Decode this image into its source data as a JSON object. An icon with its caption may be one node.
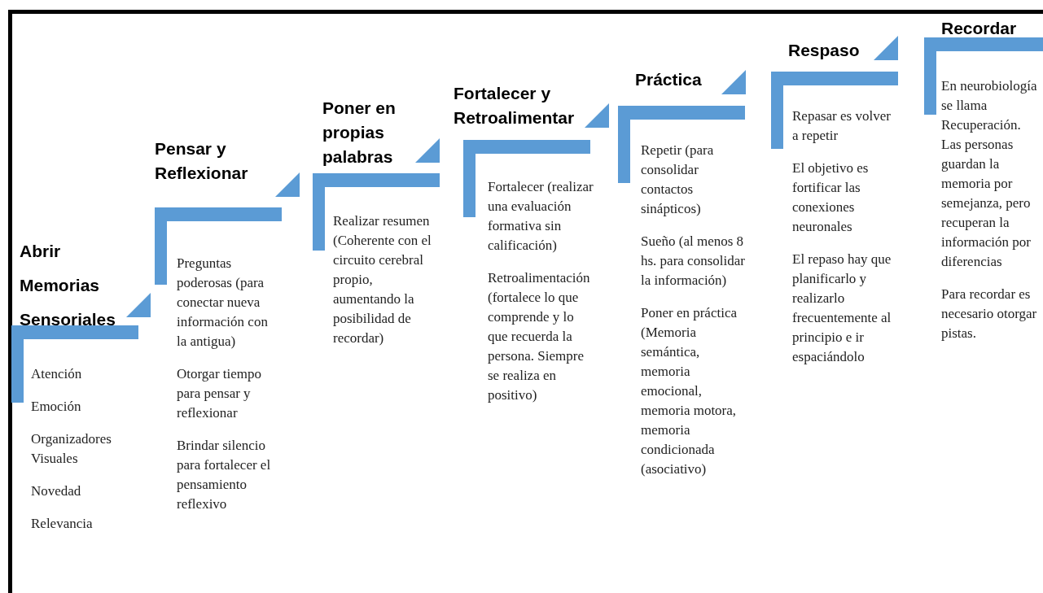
{
  "diagram": {
    "nodes": [
      {
        "text": [
          "Abrir Memorias Sensoriales"
        ]
      },
      {
        "text": [
          "Atención"
        ]
      },
      {
        "text": [
          "Emoción"
        ]
      },
      {
        "text": [
          "Organizadores Visuales"
        ]
      },
      {
        "text": [
          "Novedad"
        ]
      },
      {
        "text": [
          "Relevancia"
        ]
      },
      {
        "text": [
          "Pensar y Reflexionar"
        ]
      },
      {
        "text": [
          "Preguntas poderosas (para conectar nueva información con la antigua)"
        ]
      },
      {
        "text": [
          "Otorgar tiempo para pensar y reflexionar"
        ]
      },
      {
        "text": [
          "Brindar silencio para fortalecer el pensamiento reflexivo"
        ]
      },
      {
        "text": [
          "Poner en propias palabras"
        ]
      },
      {
        "text": [
          "Realizar resumen (Coherente con el circuito cerebral propio, aumentando la posibilidad de recordar)"
        ]
      },
      {
        "text": [
          "Fortalecer y Retroalimentar"
        ]
      },
      {
        "text": [
          "Fortalecer (realizar una evaluación formativa sin calificación)"
        ]
      },
      {
        "text": [
          "Retroalimentación (fortalece lo que comprende y lo que recuerda la persona. Siempre se realiza en positivo)"
        ]
      },
      {
        "text": [
          "Práctica"
        ]
      },
      {
        "text": [
          "Repetir (para consolidar contactos sinápticos)"
        ]
      },
      {
        "text": [
          "Sueño (al menos 8 hs. para consolidar la información)"
        ]
      },
      {
        "text": [
          "Poner en práctica (Memoria semántica, memoria emocional, memoria motora, memoria condicionada (asociativo)"
        ]
      },
      {
        "text": [
          "Respaso"
        ]
      },
      {
        "text": [
          "Repasar es volver a repetir"
        ]
      },
      {
        "text": [
          "El objetivo es fortificar las conexiones neuronales"
        ]
      },
      {
        "text": [
          "El repaso hay que planificarlo y realizarlo frecuentemente al principio e ir espaciándolo"
        ]
      },
      {
        "text": [
          "Recordar"
        ]
      },
      {
        "text": [
          "En neurobiología se llama Recuperación. Las personas guardan la memoria por semejanza, pero recuperan la información por diferencias"
        ]
      },
      {
        "text": [
          "Para recordar es necesario otorgar pistas."
        ]
      }
    ]
  }
}
